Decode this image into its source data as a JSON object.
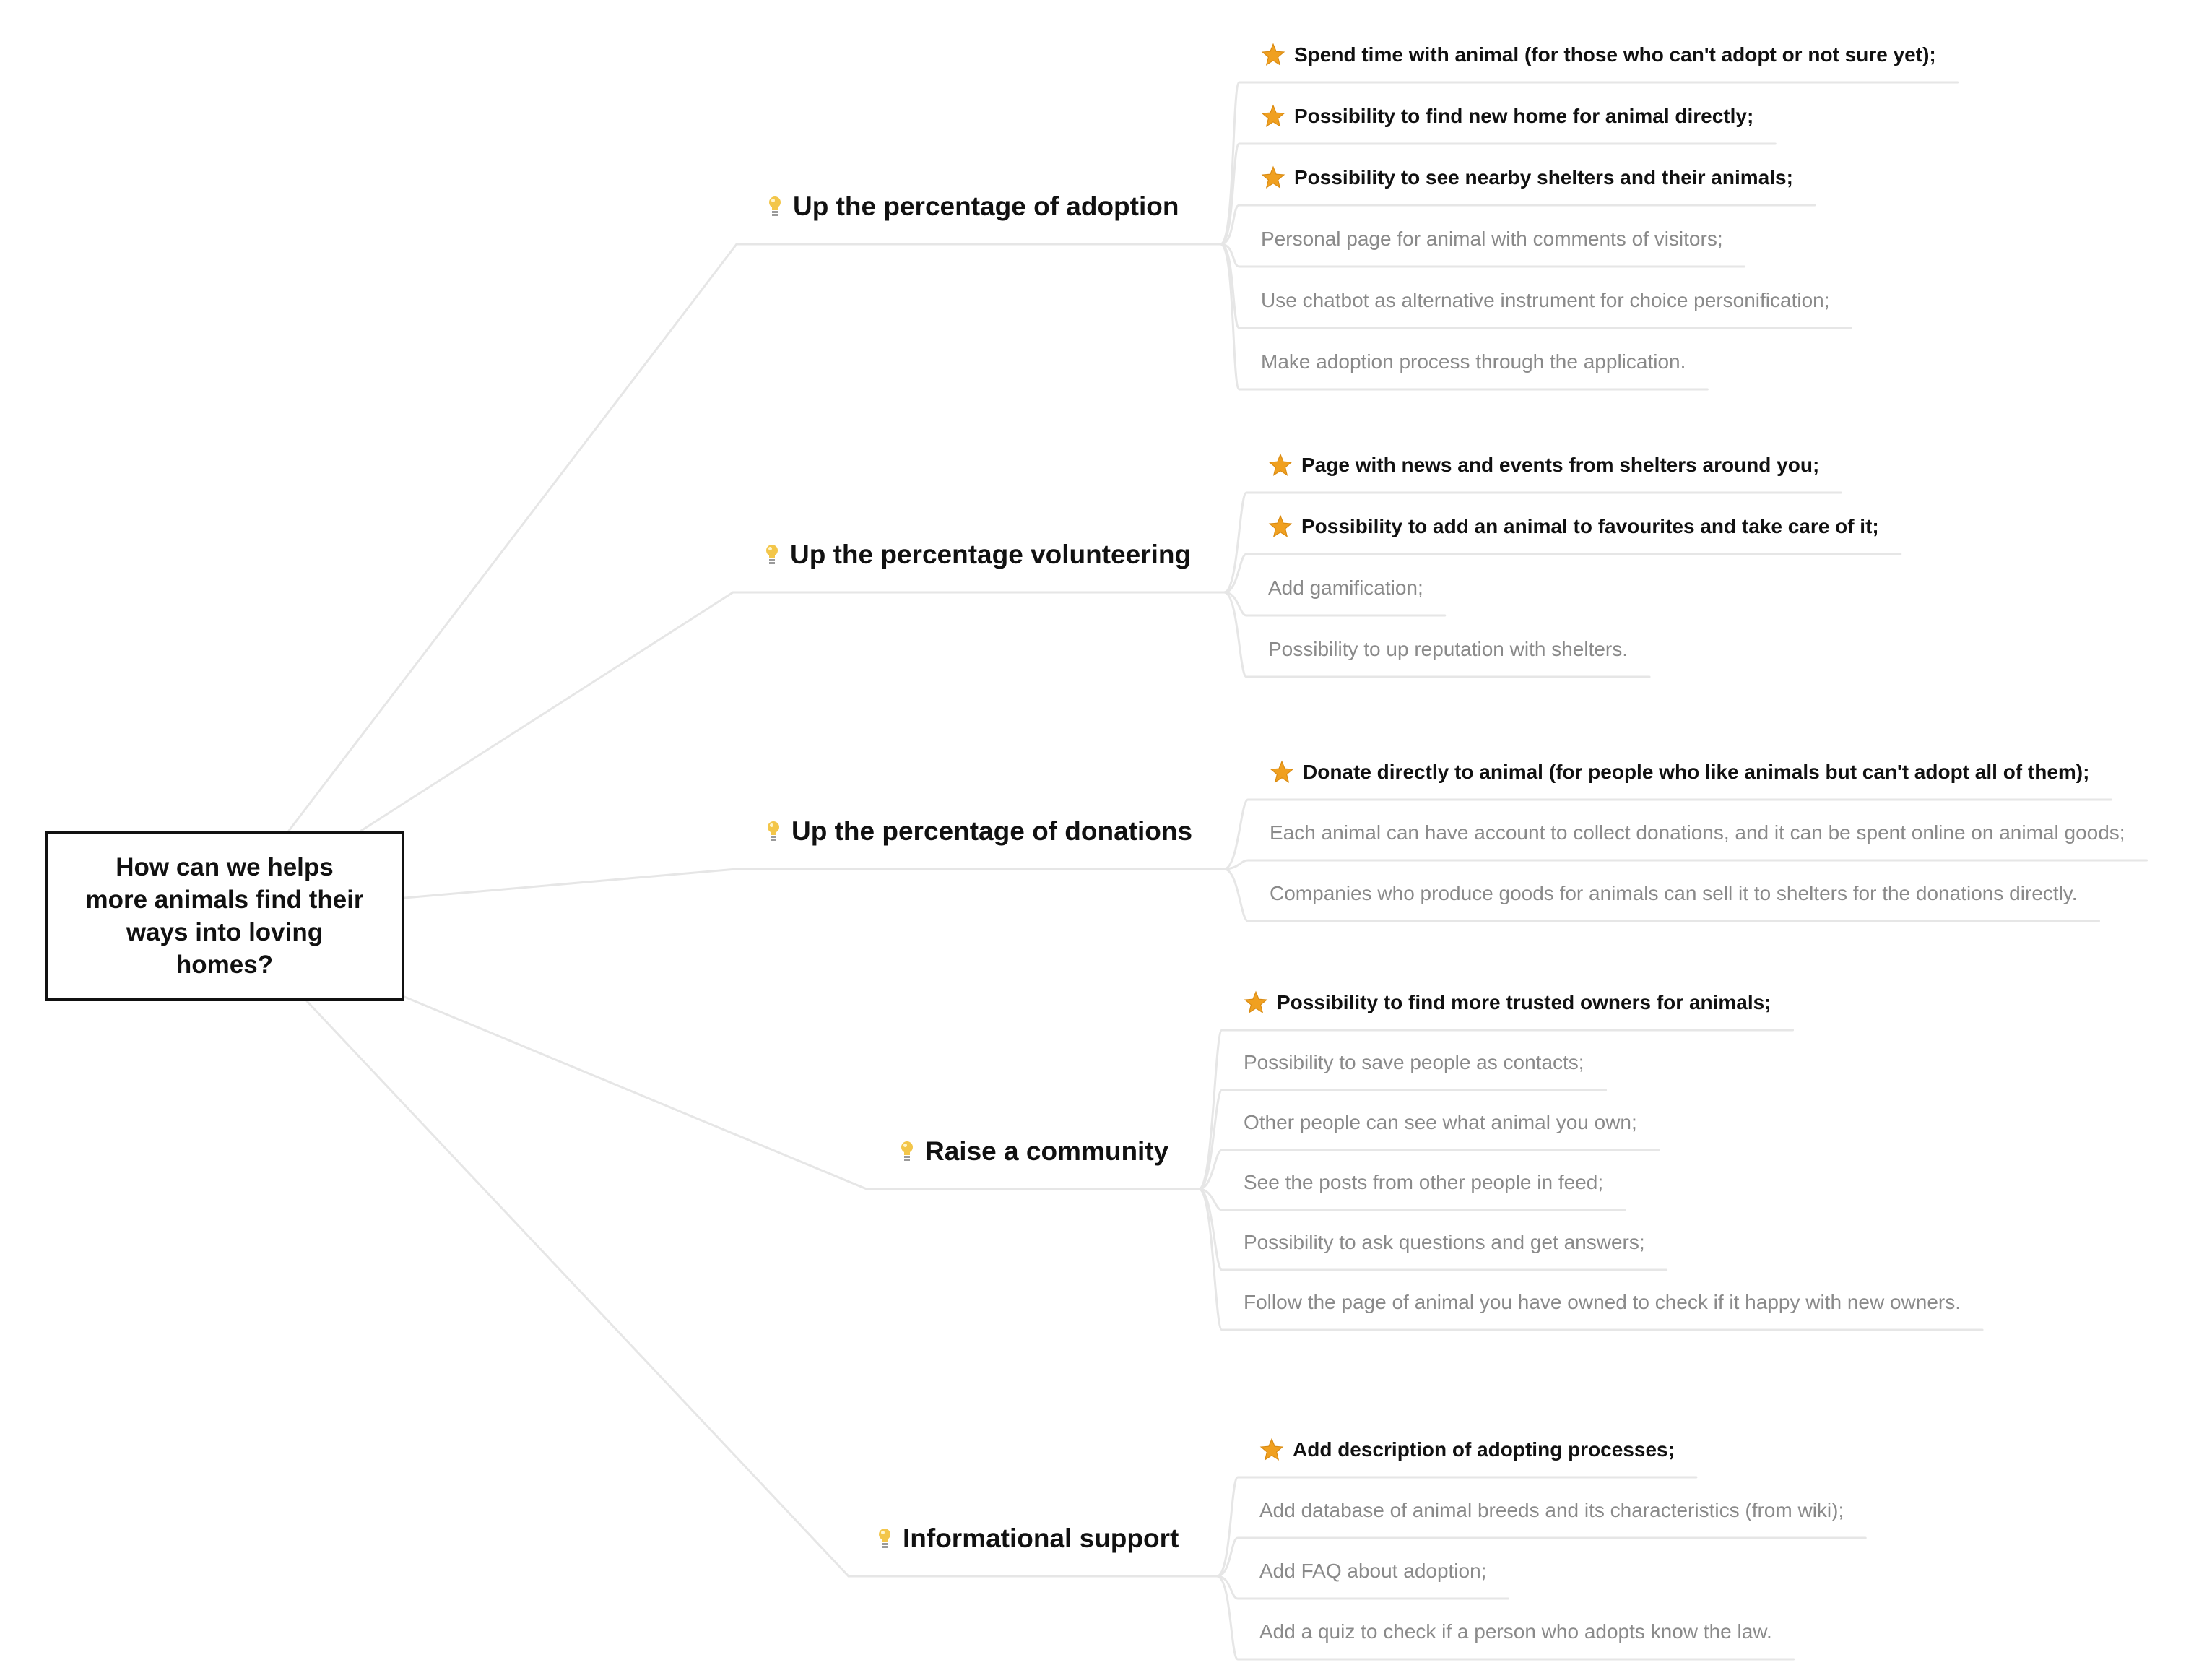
{
  "root": {
    "label": "How can we helps more animals find their ways into loving homes?"
  },
  "branches": [
    {
      "label": "Up the percentage of adoption",
      "icon": "lightbulb-icon",
      "children": [
        {
          "label": "Spend time with animal (for those who can't adopt or not sure yet);",
          "starred": true
        },
        {
          "label": "Possibility to find new home for animal directly;",
          "starred": true
        },
        {
          "label": "Possibility to see nearby shelters and their animals;",
          "starred": true
        },
        {
          "label": "Personal page for animal with comments of visitors;",
          "starred": false
        },
        {
          "label": "Use chatbot as alternative instrument for choice personification;",
          "starred": false
        },
        {
          "label": "Make adoption process through the application.",
          "starred": false
        }
      ]
    },
    {
      "label": "Up the percentage volunteering",
      "icon": "lightbulb-icon",
      "children": [
        {
          "label": "Page with news and events from shelters around you;",
          "starred": true
        },
        {
          "label": "Possibility to add an animal to favourites and take care of it;",
          "starred": true
        },
        {
          "label": "Add gamification;",
          "starred": false
        },
        {
          "label": "Possibility to up reputation with shelters.",
          "starred": false
        }
      ]
    },
    {
      "label": "Up the percentage of donations",
      "icon": "lightbulb-icon",
      "children": [
        {
          "label": "Donate directly to animal (for people who like animals but can't adopt all of them);",
          "starred": true
        },
        {
          "label": "Each animal can have account to collect donations, and it can be spent online on animal goods;",
          "starred": false
        },
        {
          "label": "Companies who produce goods for animals can sell it to shelters for the donations directly.",
          "starred": false
        }
      ]
    },
    {
      "label": "Raise a community",
      "icon": "lightbulb-icon",
      "children": [
        {
          "label": "Possibility to find more trusted owners for animals;",
          "starred": true
        },
        {
          "label": "Possibility to save people as contacts;",
          "starred": false
        },
        {
          "label": "Other people can see what animal you own;",
          "starred": false
        },
        {
          "label": "See the posts from other people in feed;",
          "starred": false
        },
        {
          "label": "Possibility to ask questions and get answers;",
          "starred": false
        },
        {
          "label": "Follow the page of animal you have owned to check if it happy with new owners.",
          "starred": false
        }
      ]
    },
    {
      "label": "Informational support",
      "icon": "lightbulb-icon",
      "children": [
        {
          "label": "Add description of adopting processes;",
          "starred": true
        },
        {
          "label": "Add database of animal breeds and its characteristics (from wiki);",
          "starred": false
        },
        {
          "label": "Add FAQ about adoption;",
          "starred": false
        },
        {
          "label": "Add a quiz to check if a person who adopts know the law.",
          "starred": false
        }
      ]
    }
  ],
  "colors": {
    "star": "#f0a020",
    "bulb": "#f3c64a",
    "connector": "#e6e6e6",
    "leaf_text": "#8a8a8a",
    "strong_text": "#111111"
  }
}
